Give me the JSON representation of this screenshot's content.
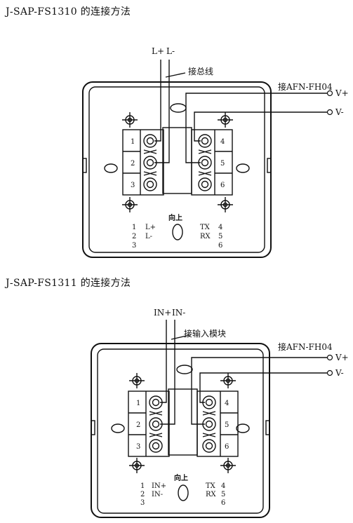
{
  "diagram1": {
    "title": "J-SAP-FS1310 的连接方法",
    "wire_left": "L+",
    "wire_right": "L-",
    "bus_label": "接总线",
    "afn_label": "接AFN-FH04",
    "v_plus": "V+",
    "v_minus": "V-",
    "terminals_left": [
      "1",
      "2",
      "3"
    ],
    "terminals_right": [
      "4",
      "5",
      "6"
    ],
    "up_label": "向上",
    "legend_left": [
      {
        "num": "1",
        "text": "L+"
      },
      {
        "num": "2",
        "text": "L-"
      },
      {
        "num": "3",
        "text": ""
      }
    ],
    "legend_right": [
      {
        "text": "TX",
        "num": "4"
      },
      {
        "text": "RX",
        "num": "5"
      },
      {
        "text": "",
        "num": "6"
      }
    ]
  },
  "diagram2": {
    "title": "J-SAP-FS1311 的连接方法",
    "wire_left": "IN+",
    "wire_right": "IN-",
    "bus_label": "接输入模块",
    "afn_label": "接AFN-FH04",
    "v_plus": "V+",
    "v_minus": "V-",
    "terminals_left": [
      "1",
      "2",
      "3"
    ],
    "terminals_right": [
      "4",
      "5",
      "6"
    ],
    "up_label": "向上",
    "legend_left": [
      {
        "num": "1",
        "text": "IN+"
      },
      {
        "num": "2",
        "text": "IN-"
      },
      {
        "num": "3",
        "text": ""
      }
    ],
    "legend_right": [
      {
        "text": "TX",
        "num": "4"
      },
      {
        "text": "RX",
        "num": "5"
      },
      {
        "text": "",
        "num": "6"
      }
    ]
  }
}
